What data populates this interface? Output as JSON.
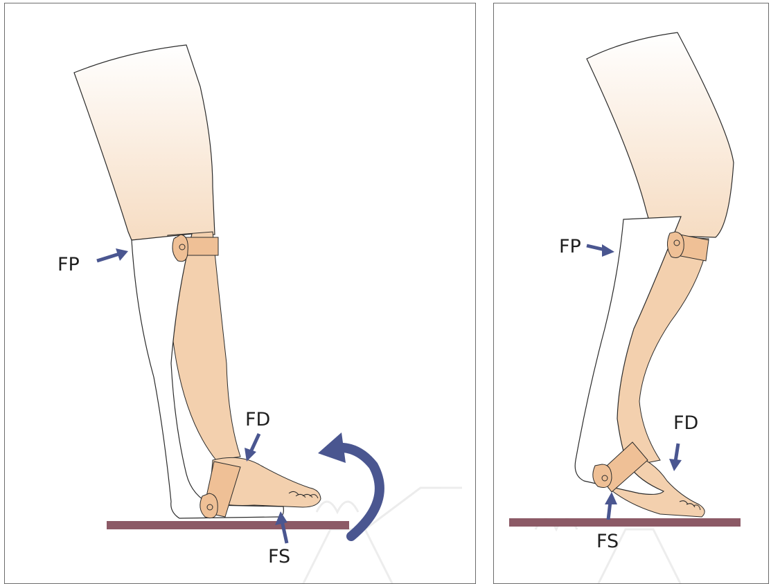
{
  "diagram": {
    "panels": [
      {
        "id": "left",
        "labels": {
          "fp": "FP",
          "fd": "FD",
          "fs": "FS"
        },
        "rotation_arrow": true
      },
      {
        "id": "right",
        "labels": {
          "fp": "FP",
          "fd": "FD",
          "fs": "FS"
        },
        "rotation_arrow": false
      }
    ],
    "colors": {
      "skin": "#f3d0ae",
      "skin_light": "#fdf4ec",
      "strap": "#efc096",
      "arrow": "#4a5690",
      "ground": "#8c5a66",
      "outline": "#2a2a2a"
    }
  }
}
